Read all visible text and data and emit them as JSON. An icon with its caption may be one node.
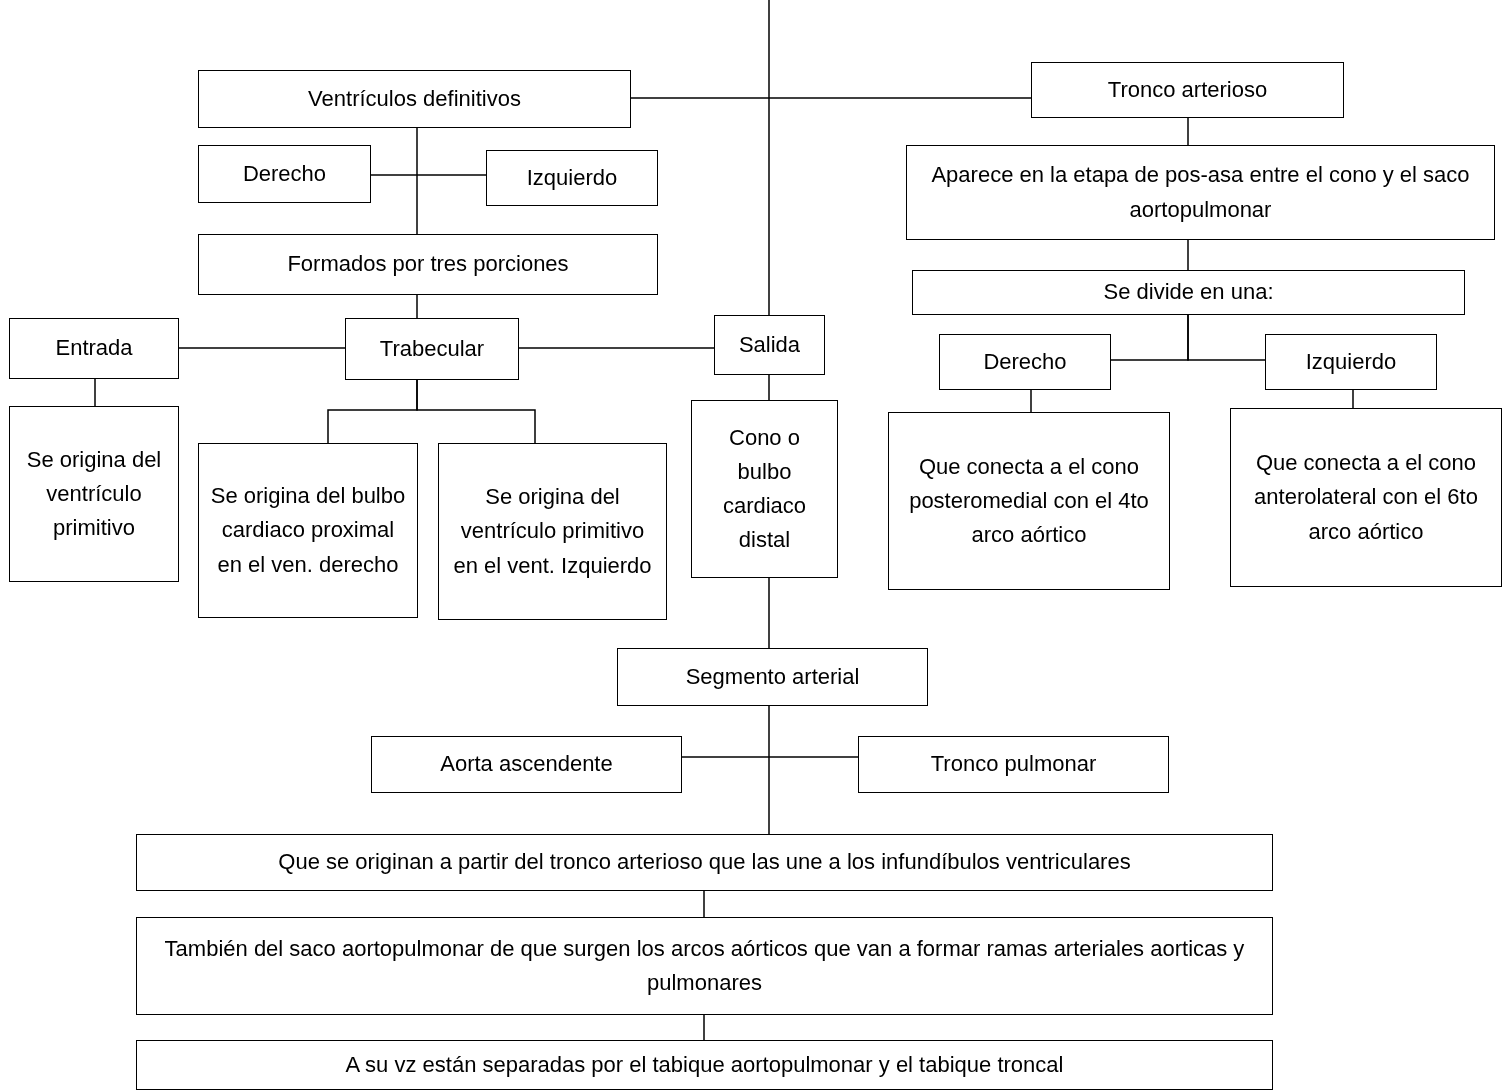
{
  "diagram": {
    "nodes": [
      {
        "text": [
          "Ventrículos definitivos"
        ]
      },
      {
        "text": [
          "Tronco arterioso"
        ]
      },
      {
        "text": [
          "Derecho"
        ]
      },
      {
        "text": [
          "Izquierdo"
        ]
      },
      {
        "text": [
          "Formados por tres porciones"
        ]
      },
      {
        "text": [
          "Aparece en la etapa de pos-asa entre el cono y el saco aortopulmonar"
        ]
      },
      {
        "text": [
          "Se divide en una:"
        ]
      },
      {
        "text": [
          "Entrada"
        ]
      },
      {
        "text": [
          "Trabecular"
        ]
      },
      {
        "text": [
          "Salida"
        ]
      },
      {
        "text": [
          "Derecho"
        ]
      },
      {
        "text": [
          "Izquierdo"
        ]
      },
      {
        "text": [
          "Se origina del ventrículo primitivo"
        ]
      },
      {
        "text": [
          "Se origina del bulbo cardiaco proximal en el ven. derecho"
        ]
      },
      {
        "text": [
          "Se origina del ventrículo primitivo en el vent. Izquierdo"
        ]
      },
      {
        "text": [
          "Cono o bulbo cardiaco distal"
        ]
      },
      {
        "text": [
          "Que conecta a el cono posteromedial con el 4to arco aórtico"
        ]
      },
      {
        "text": [
          "Que conecta a el cono anterolateral con el 6to arco aórtico"
        ]
      },
      {
        "text": [
          "Segmento arterial"
        ]
      },
      {
        "text": [
          "Aorta ascendente"
        ]
      },
      {
        "text": [
          "Tronco pulmonar"
        ]
      },
      {
        "text": [
          "Que se originan a partir del tronco arterioso que las une a los infundíbulos ventriculares"
        ]
      },
      {
        "text": [
          "También del saco aortopulmonar de que surgen los arcos aórticos que van a formar ramas arteriales aorticas y pulmonares"
        ]
      },
      {
        "text": [
          "A su vz están separadas por el tabique aortopulmonar y el tabique troncal"
        ]
      }
    ],
    "edges": [
      {
        "from": null,
        "to": 9,
        "arrow": "none"
      },
      {
        "from": 0,
        "to": 1,
        "arrow": "none"
      },
      {
        "from": 0,
        "to": 4,
        "arrow": "none"
      },
      {
        "from": 2,
        "to": 3,
        "arrow": "none"
      },
      {
        "from": 4,
        "to": 8,
        "arrow": "none"
      },
      {
        "from": 7,
        "to": 8,
        "arrow": "none"
      },
      {
        "from": 8,
        "to": 9,
        "arrow": "none"
      },
      {
        "from": 7,
        "to": 12,
        "arrow": "none"
      },
      {
        "from": 8,
        "to": 13,
        "arrow": "none"
      },
      {
        "from": 8,
        "to": 14,
        "arrow": "none"
      },
      {
        "from": 9,
        "to": 15,
        "arrow": "none"
      },
      {
        "from": 15,
        "to": 18,
        "arrow": "none"
      },
      {
        "from": 19,
        "to": 20,
        "arrow": "none"
      },
      {
        "from": 18,
        "to": 21,
        "arrow": "none"
      },
      {
        "from": 21,
        "to": 22,
        "arrow": "none"
      },
      {
        "from": 22,
        "to": 23,
        "arrow": "none"
      },
      {
        "from": 1,
        "to": 5,
        "arrow": "none"
      },
      {
        "from": 5,
        "to": 6,
        "arrow": "none"
      },
      {
        "from": 6,
        "to": 10,
        "arrow": "none"
      },
      {
        "from": 6,
        "to": 11,
        "arrow": "none"
      },
      {
        "from": 10,
        "to": 16,
        "arrow": "none"
      },
      {
        "from": 11,
        "to": 17,
        "arrow": "none"
      }
    ]
  }
}
